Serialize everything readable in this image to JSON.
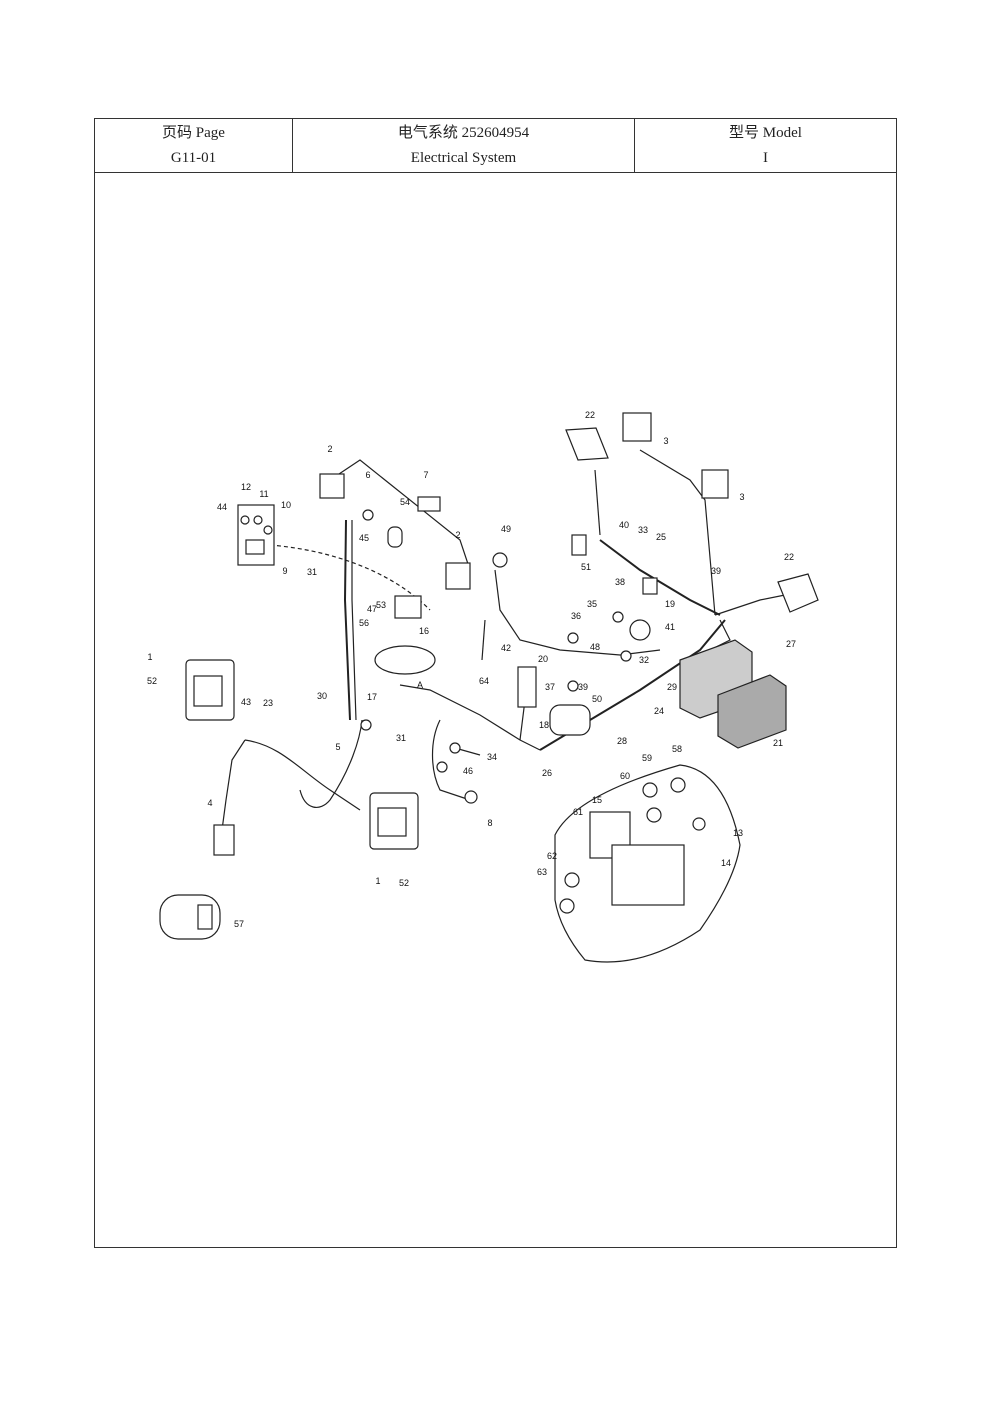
{
  "header": {
    "page_label": "页码 Page",
    "page_number": "G11-01",
    "system_title": "电气系统 252604954",
    "system_subtitle": "Electrical System",
    "model_label": "型号    Model",
    "model_value": "I"
  },
  "callouts": [
    "1",
    "2",
    "3",
    "4",
    "5",
    "6",
    "7",
    "8",
    "9",
    "10",
    "11",
    "12",
    "13",
    "14",
    "15",
    "16",
    "17",
    "18",
    "19",
    "20",
    "21",
    "22",
    "23",
    "24",
    "25",
    "26",
    "27",
    "28",
    "29",
    "30",
    "31",
    "32",
    "33",
    "34",
    "35",
    "36",
    "37",
    "38",
    "39",
    "40",
    "41",
    "42",
    "43",
    "44",
    "45",
    "46",
    "47",
    "48",
    "49",
    "50",
    "51",
    "52",
    "53",
    "54",
    "56",
    "57",
    "58",
    "59",
    "60",
    "61",
    "62",
    "63",
    "64",
    "A"
  ],
  "colors": {
    "ink": "#222222",
    "background": "#ffffff"
  }
}
